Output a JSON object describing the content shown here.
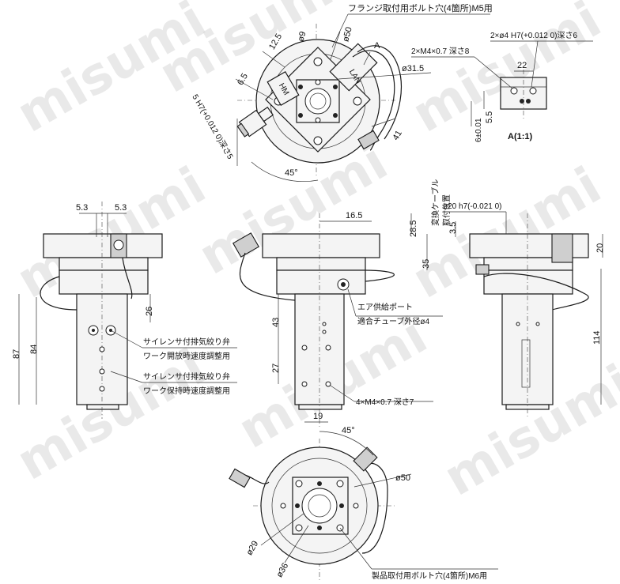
{
  "watermark": "misumi",
  "top_view": {
    "flange_holes_note": "フランジ取付用ボルト穴(4箇所)M5用",
    "dim_12_5": "12.5",
    "dim_phi9": "ø9",
    "dim_phi50": "ø50",
    "arrow_a": "A",
    "dim_phi31_5": "ø31.5",
    "dim_6_5": "6.5",
    "dim_41": "41",
    "dim_45deg": "45°",
    "pin_hole_note": "5 H7(+0.012 0)深さ5",
    "lan_label": "LAN",
    "led_label": "HM"
  },
  "detail_a": {
    "pin_note": "2×ø4 H7(+0.012 0)深さ6",
    "tap_note": "2×M4×0.7 深さ8",
    "dim_22": "22",
    "dim_5_5": "5.5",
    "dim_6": "6±0.01",
    "caption": "A(1:1)"
  },
  "left_view": {
    "dim_5_3a": "5.3",
    "dim_5_3b": "5.3",
    "dim_26": "26",
    "dim_87": "87",
    "dim_84": "84",
    "silencer_1_l1": "サイレンサ付排気絞り弁",
    "silencer_1_l2": "ワーク開放時速度調整用",
    "silencer_2_l1": "サイレンサ付排気絞り弁",
    "silencer_2_l2": "ワーク保持時速度調整用"
  },
  "front_view": {
    "dim_16_5": "16.5",
    "dim_28_5": "28.5",
    "cable_note_l1": "変換ケーブル",
    "cable_note_l2": "取付位置",
    "dim_35": "35",
    "dim_43": "43",
    "dim_27": "27",
    "dim_19": "19",
    "air_note_l1": "エア供給ポート",
    "air_note_l2": "適合チューブ外径ø4",
    "tap_note": "4×M4×0.7 深さ7"
  },
  "right_view": {
    "dim_phi20": "ø20 h7(-0.021 0)",
    "dim_3_5": "3.5",
    "dim_20": "20",
    "dim_114": "114"
  },
  "bottom_view": {
    "dim_45deg": "45°",
    "dim_phi50": "ø50",
    "dim_phi29": "ø29",
    "dim_phi36": "ø36",
    "mount_note": "製品取付用ボルト穴(4箇所)M6用"
  }
}
